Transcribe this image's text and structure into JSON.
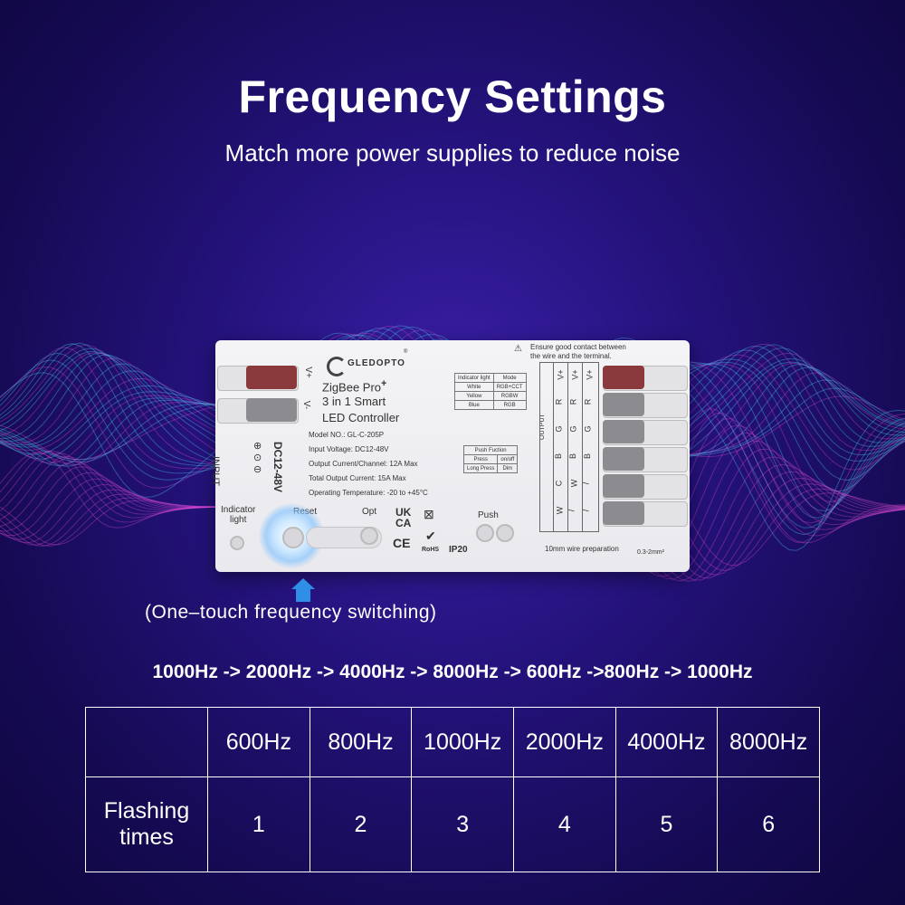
{
  "title": "Frequency Settings",
  "subtitle": "Match more power supplies to reduce noise",
  "device": {
    "brand": "GLEDOPTO",
    "registered": "®",
    "product_line": "ZigBee Pro",
    "product_plus": "+",
    "product_name_1": "3 in 1 Smart",
    "product_name_2": "LED Controller",
    "model": "Model NO.: GL-C-205P",
    "input_voltage": "Input Voltage: DC12-48V",
    "output_current": "Output Current/Channel: 12A Max",
    "total_current": "Total Output Current: 15A Max",
    "operating_temp": "Operating Temperature: -20 to +45°C",
    "warning_1": "Ensure good contact between",
    "warning_2": "the wire and the terminal.",
    "input_label": "INPUT",
    "voltage_label": "DC12-48V",
    "v_plus": "V+",
    "v_minus": "V-",
    "indicator_label_1": "Indicator",
    "indicator_label_2": "light",
    "reset_label": "Reset",
    "opt_label": "Opt",
    "push_label": "Push",
    "ukca_1": "UK",
    "ukca_2": "CA",
    "ce": "CE",
    "rohs": "RoHS",
    "ip": "IP20",
    "output_label": "OUTPUT",
    "wire_prep": "10mm wire preparation",
    "wire_size": "0.3-2mm²",
    "indicator_table": [
      [
        "Indicator light",
        "Mode"
      ],
      [
        "White",
        "RGB+CCT"
      ],
      [
        "Yellow",
        "RGBW"
      ],
      [
        "Blue",
        "RGB"
      ]
    ],
    "push_table": [
      [
        "Push Fuction",
        ""
      ],
      [
        "Press",
        "on/off"
      ],
      [
        "Long Press",
        "Dim"
      ]
    ],
    "output_columns": [
      [
        "V+",
        "R",
        "G",
        "B",
        "C",
        "W"
      ],
      [
        "V+",
        "R",
        "G",
        "B",
        "W",
        "/"
      ],
      [
        "V+",
        "R",
        "G",
        "B",
        "/",
        "/"
      ]
    ]
  },
  "note": "(One–touch frequency switching)",
  "sequence": "1000Hz -> 2000Hz -> 4000Hz -> 8000Hz -> 600Hz ->800Hz -> 1000Hz",
  "table": {
    "header": [
      "",
      "600Hz",
      "800Hz",
      "1000Hz",
      "2000Hz",
      "4000Hz",
      "8000Hz"
    ],
    "row_label_1": "Flashing",
    "row_label_2": "times",
    "values": [
      "1",
      "2",
      "3",
      "4",
      "5",
      "6"
    ]
  },
  "colors": {
    "background": "#24127a",
    "wave_cyan": "#4fd6ff",
    "wave_magenta": "#e04bd8",
    "arrow_blue": "#2f8fe6"
  }
}
